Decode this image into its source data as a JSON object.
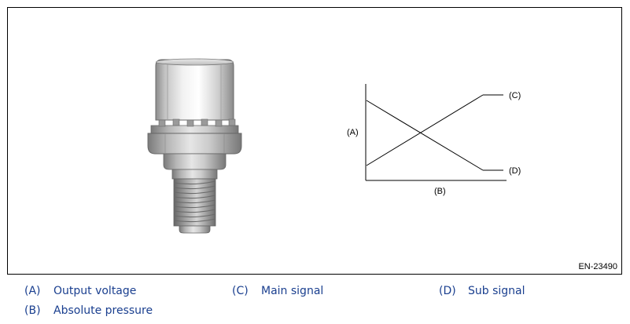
{
  "figure": {
    "code": "EN-23490",
    "labels": {
      "a": "(A)",
      "b": "(B)",
      "c": "(C)",
      "d": "(D)"
    },
    "line_color": "#000000"
  },
  "legend": [
    {
      "key": "(A)",
      "text": "Output voltage"
    },
    {
      "key": "(C)",
      "text": "Main signal"
    },
    {
      "key": "(D)",
      "text": "Sub signal"
    },
    {
      "key": "(B)",
      "text": "Absolute pressure"
    }
  ],
  "legend_color": "#1a3f8f"
}
